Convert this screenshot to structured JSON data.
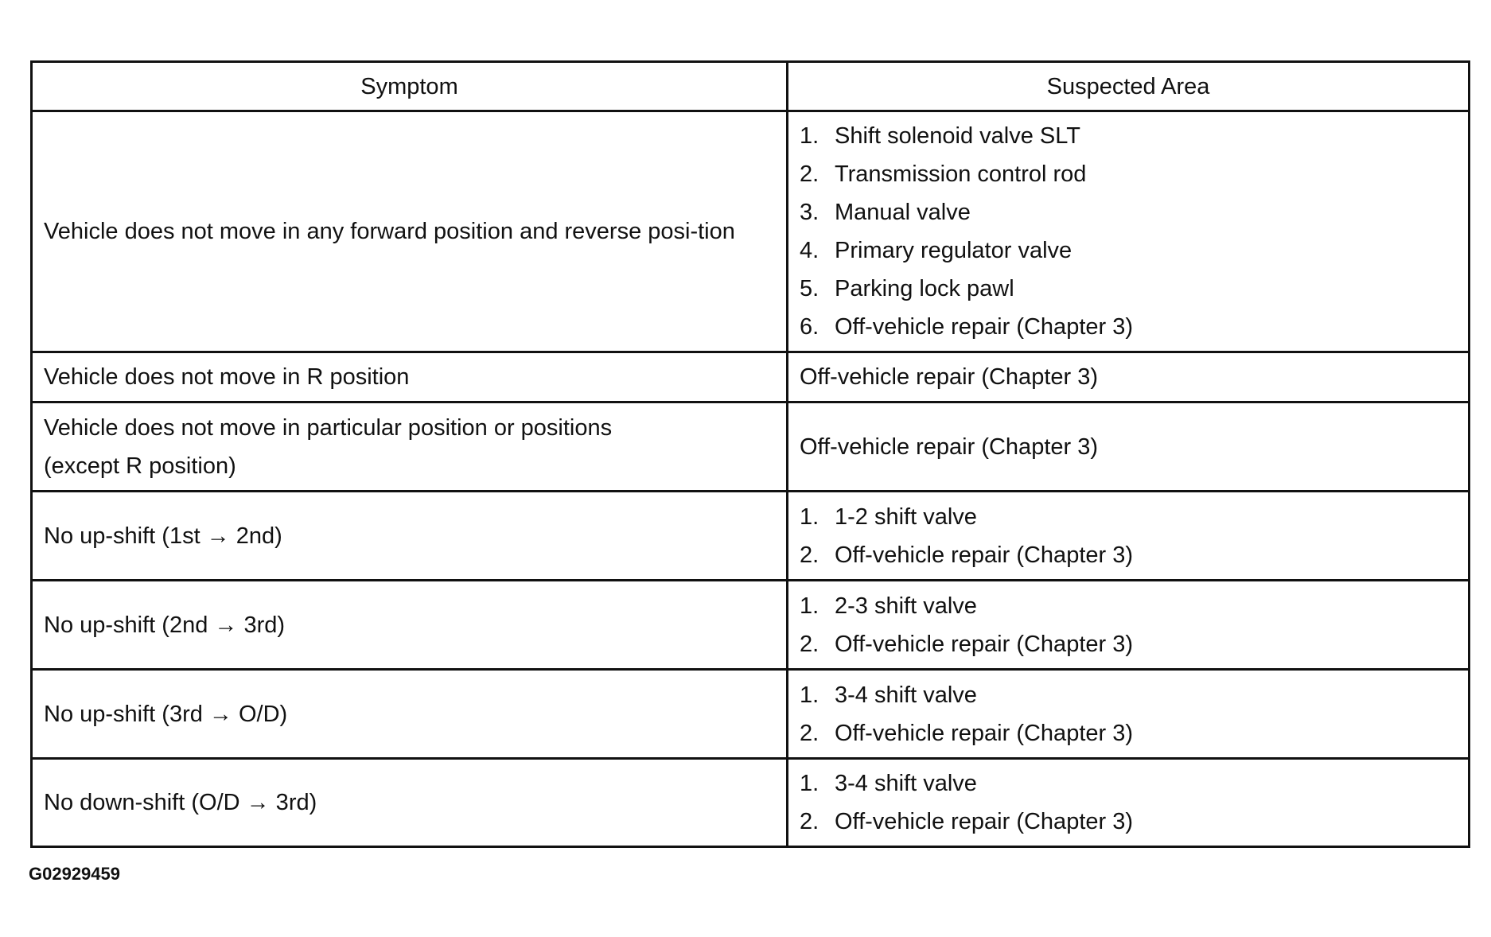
{
  "table": {
    "headers": {
      "symptom": "Symptom",
      "area": "Suspected Area"
    },
    "rows": [
      {
        "symptom": "Vehicle does not move in any forward position and reverse posi-tion",
        "areas": [
          {
            "num": "1.",
            "text": "Shift solenoid valve SLT"
          },
          {
            "num": "2.",
            "text": "Transmission control rod"
          },
          {
            "num": "3.",
            "text": "Manual valve"
          },
          {
            "num": "4.",
            "text": "Primary regulator valve"
          },
          {
            "num": "5.",
            "text": "Parking lock pawl"
          },
          {
            "num": "6.",
            "text": "Off-vehicle repair (Chapter 3)"
          }
        ]
      },
      {
        "symptom": "Vehicle does not move in R position",
        "area": "Off-vehicle repair (Chapter 3)"
      },
      {
        "symptom_line1": "Vehicle does not move in particular position or positions",
        "symptom_line2": "(except R position)",
        "area": "Off-vehicle repair (Chapter 3)"
      },
      {
        "symptom": "No up-shift (1st → 2nd)",
        "areas": [
          {
            "num": "1.",
            "text": "1-2 shift valve"
          },
          {
            "num": "2.",
            "text": "Off-vehicle repair (Chapter 3)"
          }
        ]
      },
      {
        "symptom": "No up-shift (2nd → 3rd)",
        "areas": [
          {
            "num": "1.",
            "text": "2-3 shift valve"
          },
          {
            "num": "2.",
            "text": "Off-vehicle repair (Chapter 3)"
          }
        ]
      },
      {
        "symptom": "No up-shift (3rd → O/D)",
        "areas": [
          {
            "num": "1.",
            "text": "3-4 shift valve"
          },
          {
            "num": "2.",
            "text": "Off-vehicle repair (Chapter 3)"
          }
        ]
      },
      {
        "symptom": "No down-shift (O/D → 3rd)",
        "areas": [
          {
            "num": "1.",
            "text": "3-4 shift valve"
          },
          {
            "num": "2.",
            "text": "Off-vehicle repair (Chapter 3)"
          }
        ]
      }
    ]
  },
  "figure_id": "G02929459"
}
